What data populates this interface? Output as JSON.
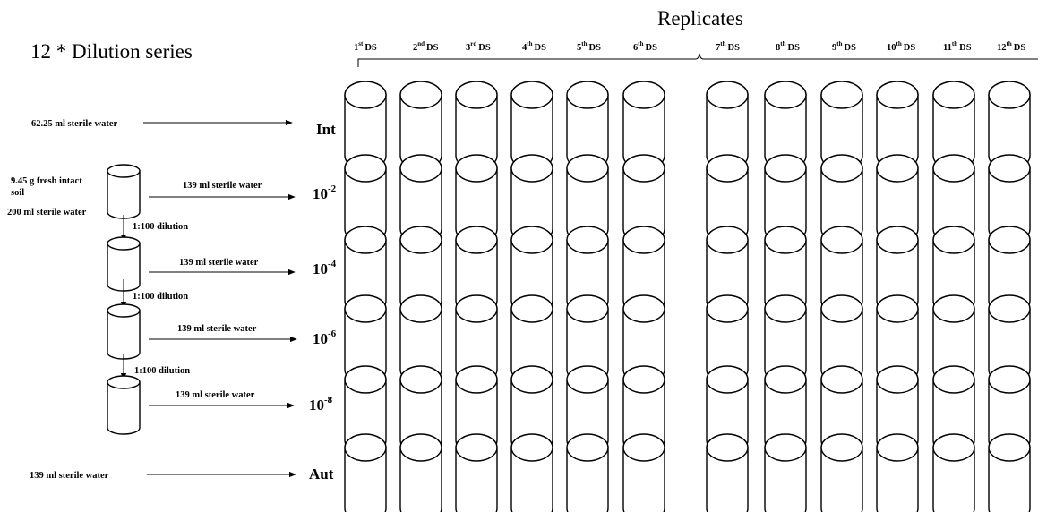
{
  "header": {
    "title": "12 * Dilution series",
    "replicates_label": "Replicates"
  },
  "replicates": [
    {
      "num": "1",
      "suffix": "st",
      "ds": "DS"
    },
    {
      "num": "2",
      "suffix": "nd",
      "ds": "DS"
    },
    {
      "num": "3",
      "suffix": "rd",
      "ds": "DS"
    },
    {
      "num": "4",
      "suffix": "th",
      "ds": "DS"
    },
    {
      "num": "5",
      "suffix": "th",
      "ds": "DS"
    },
    {
      "num": "6",
      "suffix": "th",
      "ds": "DS"
    },
    {
      "num": "7",
      "suffix": "th",
      "ds": "DS"
    },
    {
      "num": "8",
      "suffix": "th",
      "ds": "DS"
    },
    {
      "num": "9",
      "suffix": "th",
      "ds": "DS"
    },
    {
      "num": "10",
      "suffix": "th",
      "ds": "DS"
    },
    {
      "num": "11",
      "suffix": "th",
      "ds": "DS"
    },
    {
      "num": "12",
      "suffix": "th",
      "ds": "DS"
    }
  ],
  "rows": [
    {
      "base": "Int",
      "exp": "",
      "input": "62.25 ml sterile water"
    },
    {
      "base": "10",
      "exp": "-2",
      "input": "139 ml sterile water"
    },
    {
      "base": "10",
      "exp": "-4",
      "input": "139 ml sterile water"
    },
    {
      "base": "10",
      "exp": "-6",
      "input": "139 ml sterile water"
    },
    {
      "base": "10",
      "exp": "-8",
      "input": "139 ml sterile water"
    },
    {
      "base": "Aut",
      "exp": "",
      "input": "139 ml sterile water"
    }
  ],
  "soil": {
    "line1": "9.45 g fresh intact",
    "line2": "soil",
    "line3": "200 ml sterile water"
  },
  "dilution_steps": [
    "1:100 dilution",
    "1:100 dilution",
    "1:100 dilution"
  ]
}
